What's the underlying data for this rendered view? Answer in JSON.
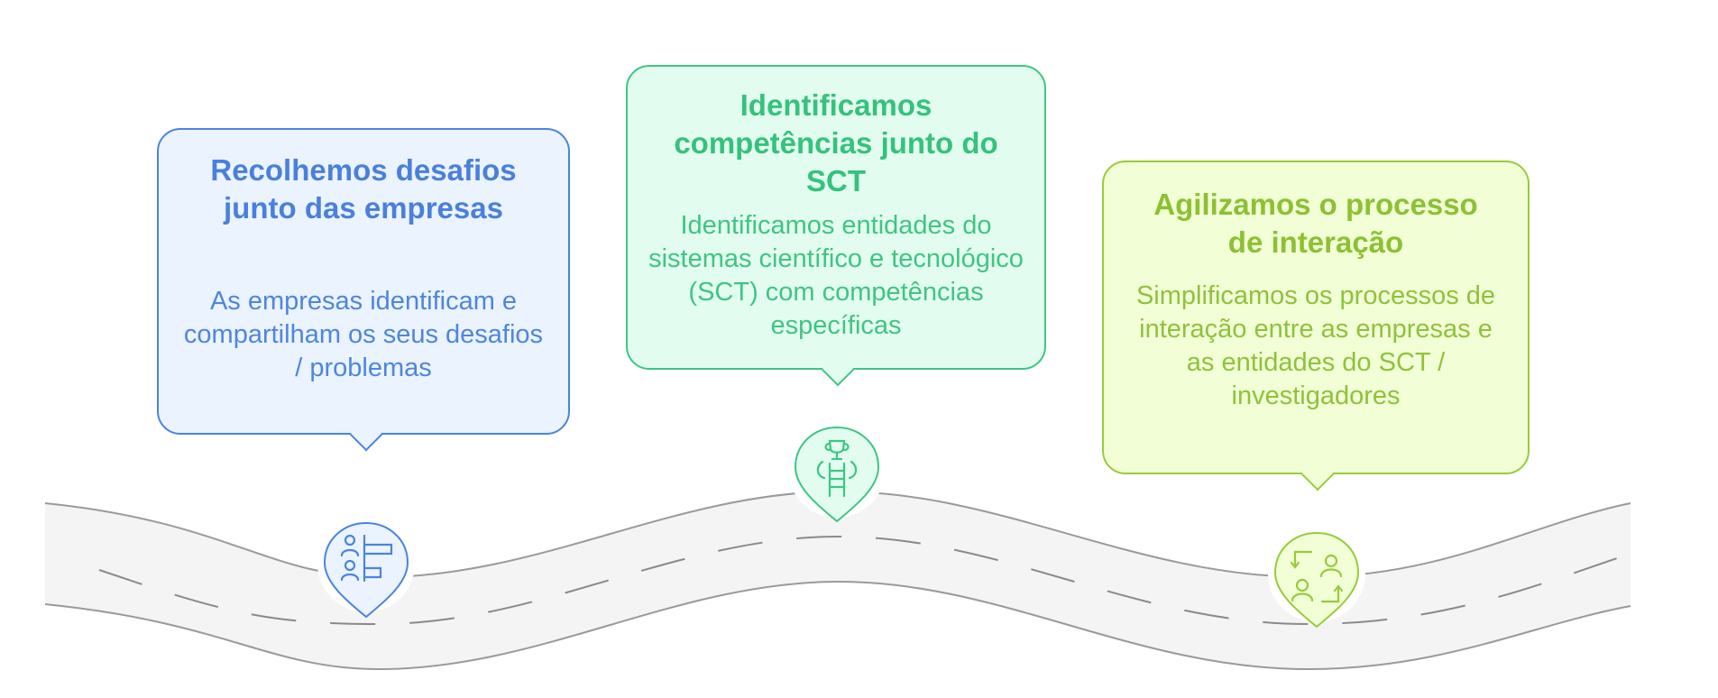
{
  "stages": [
    {
      "title": "Recolhemos desafios junto das empresas",
      "description": "As empresas identificam e compartilham os seus desafios / problemas",
      "icon": "company-challenges-icon",
      "color": "#4a84dd"
    },
    {
      "title": "Identificamos competências junto do SCT",
      "description": "Identificamos entidades do sistemas científico e tecnológico (SCT) com competências específicas",
      "icon": "trophy-ladder-icon",
      "color": "#3dc683"
    },
    {
      "title": "Agilizamos o processo de interação",
      "description": "Simplificamos os processos de interação entre as empresas e as entidades do SCT / investigadores",
      "icon": "people-exchange-icon",
      "color": "#98cb3a"
    }
  ],
  "road": {
    "fill": "#f4f4f4",
    "edge": "#9a9a9a",
    "dash": "#8a8a8a"
  }
}
